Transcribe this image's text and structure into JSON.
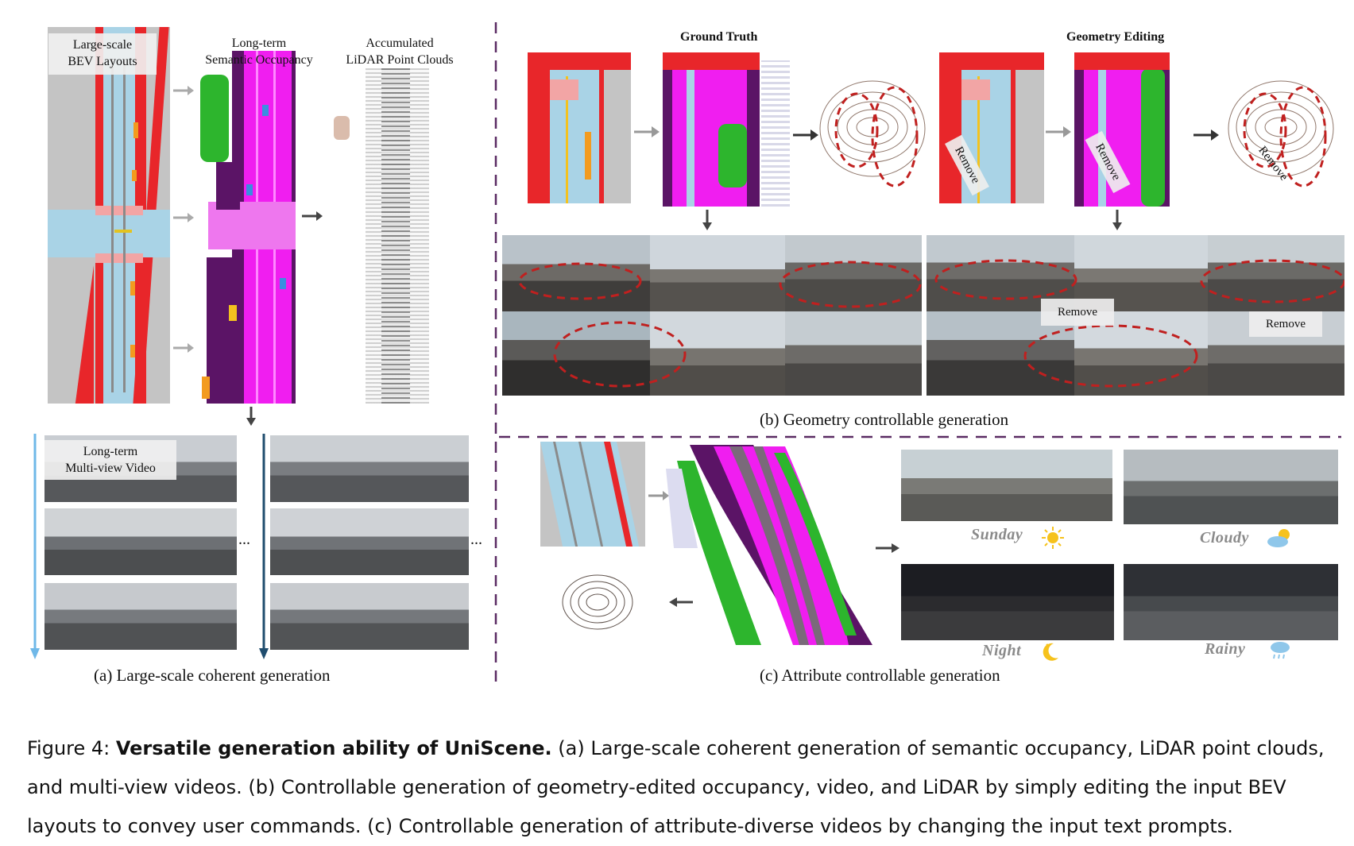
{
  "panel_a": {
    "label_bev": "Large-scale\nBEV Layouts",
    "label_occ": "Long-term\nSemantic Occupancy",
    "label_lidar": "Accumulated\nLiDAR Point Clouds",
    "label_video": "Long-term\nMulti-view Video",
    "ellipsis": "...",
    "caption": "(a) Large-scale coherent generation"
  },
  "panel_b": {
    "title_gt": "Ground Truth",
    "title_edit": "Geometry Editing",
    "remove": "Remove",
    "caption": "(b) Geometry controllable generation"
  },
  "panel_c": {
    "weather": [
      "Sunday",
      "Cloudy",
      "Night",
      "Rainy"
    ],
    "caption": "(c) Attribute controllable generation"
  },
  "figure_caption": {
    "prefix": "Figure 4: ",
    "bold": "Versatile generation ability of UniScene.",
    "text": " (a) Large-scale coherent generation of semantic occupancy, LiDAR point clouds, and multi-view videos. (b) Controllable generation of geometry-edited occupancy, video, and LiDAR by simply editing the input BEV layouts to convey user commands. (c) Controllable generation of attribute-diverse videos by changing the input text prompts."
  },
  "colors": {
    "road": "#a9d3e6",
    "boundary": "#e8262a",
    "ground": "#c4c4c4",
    "magenta": "#f01ef0",
    "purple": "#5b1466",
    "vegetation": "#2db52d",
    "dashed": "#9e1f1f"
  }
}
